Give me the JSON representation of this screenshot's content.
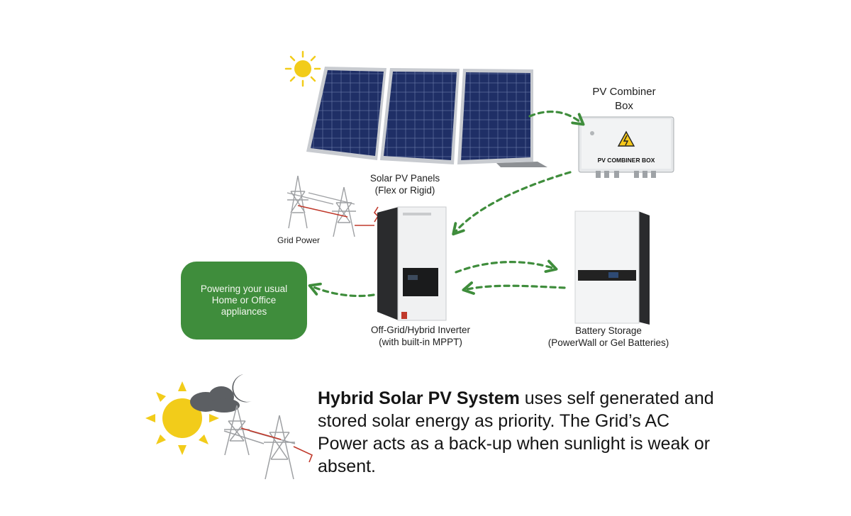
{
  "labels": {
    "solar_panels_line1": "Solar PV Panels",
    "solar_panels_line2": "(Flex or Rigid)",
    "combiner_line1": "PV Combiner",
    "combiner_line2": "Box",
    "combiner_plate": "PV COMBINER BOX",
    "grid_power": "Grid Power",
    "inverter_line1": "Off-Grid/Hybrid Inverter",
    "inverter_line2": "(with built-in MPPT)",
    "battery_line1": "Battery Storage",
    "battery_line2": "(PowerWall or Gel Batteries)",
    "appliances_line1": "Powering your usual",
    "appliances_line2": "Home or Office",
    "appliances_line3": "appliances"
  },
  "summary": {
    "title": "Hybrid Solar PV System",
    "text": "uses self generated and stored solar energy as priority. The Grid’s AC Power acts as a back-up when sunlight is weak or absent."
  },
  "colors": {
    "arrow_green": "#3f8d3c",
    "appliance_box": "#3f8d3c",
    "sun_yellow": "#f2cc1a",
    "panel_blue": "#1d2d63"
  },
  "icons": [
    "sun-icon",
    "solar-panel-icon",
    "combiner-box-icon",
    "transmission-tower-icon",
    "inverter-icon",
    "battery-icon",
    "moon-icon",
    "cloud-icon",
    "warning-icon"
  ]
}
